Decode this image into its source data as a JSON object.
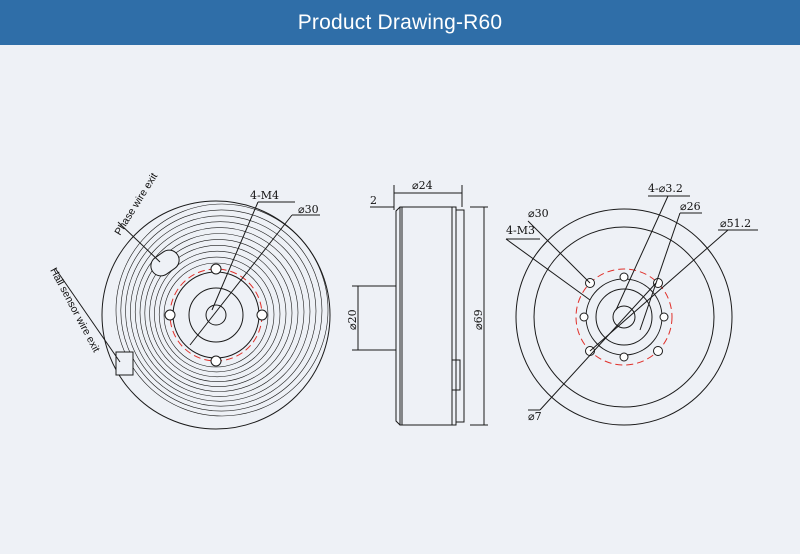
{
  "header": {
    "title": "Product Drawing-R60"
  },
  "front_view": {
    "phase_wire_label": "Phase wire exit",
    "hall_wire_label": "Hall sensor wire exit",
    "thread_label": "4-M4",
    "diameter_label": "⌀30"
  },
  "side_view": {
    "width_label": "⌀24",
    "step_label": "2",
    "shaft_label": "⌀20",
    "outer_label": "⌀69"
  },
  "rear_view": {
    "hole_label": "4-⌀3.2",
    "pcd_label": "⌀30",
    "thread_label": "4-M3",
    "inner_label": "⌀26",
    "outer_label": "⌀51.2",
    "bore_label": "⌀7"
  },
  "colors": {
    "header_bg": "#2f6ea8",
    "page_bg": "#eef1f6",
    "line": "#1a1a1a",
    "center_line": "#e0302a"
  }
}
